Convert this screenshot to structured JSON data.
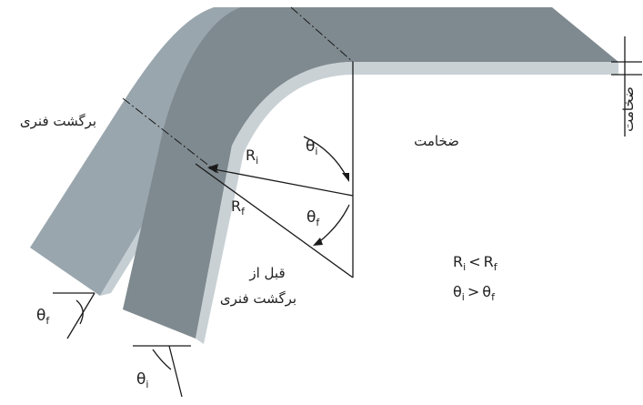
{
  "labels": {
    "springback": "برگشت فنری",
    "thickness_main": "ضخامت",
    "thickness_side": "ضخامت",
    "before_line1": "قبل از",
    "before_line2": "برگشت فنری",
    "ri_base": "R",
    "ri_sub": "i",
    "rf_base": "R",
    "rf_sub": "f",
    "theta_i_base": "θ",
    "theta_i_sub": "i",
    "theta_f_base": "θ",
    "theta_f_sub": "f",
    "theta_f_small_base": "θ",
    "theta_f_small_sub": "f",
    "theta_i_small_base": "θ",
    "theta_i_small_sub": "i"
  },
  "relations": {
    "r_left": "R",
    "r_left_sub": "i",
    "r_op": "<",
    "r_right": "R",
    "r_right_sub": "f",
    "t_left": "θ",
    "t_left_sub": "i",
    "t_op": ">",
    "t_right": "θ",
    "t_right_sub": "f"
  },
  "colors": {
    "sheet_dark": "#7f8a90",
    "sheet_mid": "#98a4ab",
    "sheet_light": "#aeb9bf",
    "sheet_edge": "#c9d1d5",
    "line": "#1a1a1a"
  }
}
